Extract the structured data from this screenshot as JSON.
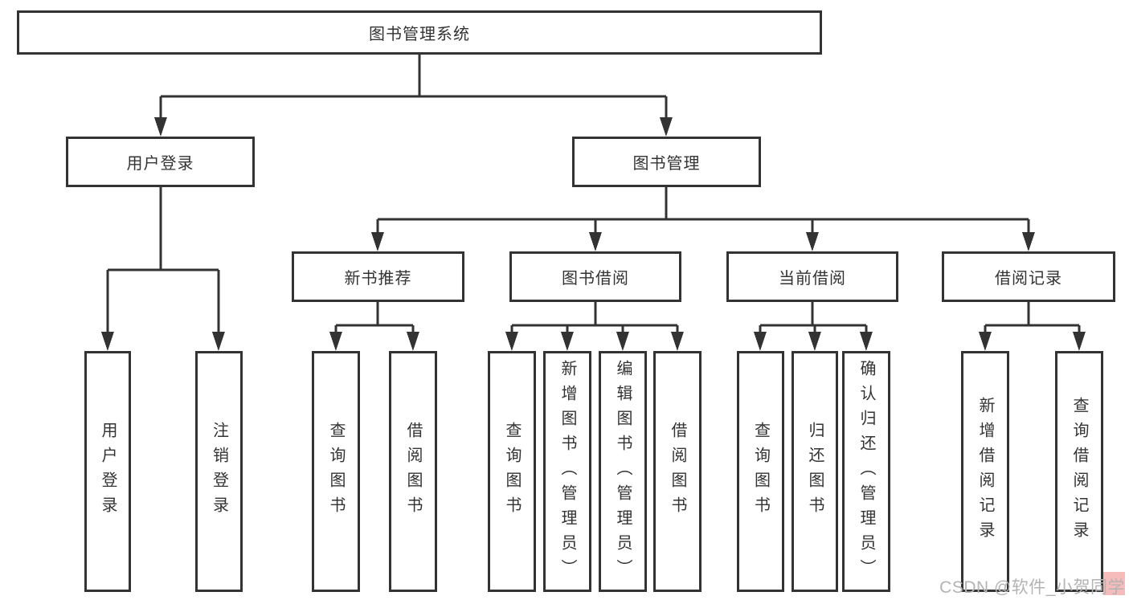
{
  "diagram": {
    "root": "图书管理系统",
    "level2": [
      "用户登录",
      "图书管理"
    ],
    "level3": [
      "新书推荐",
      "图书借阅",
      "当前借阅",
      "借阅记录"
    ],
    "leaves": {
      "user_login": [
        "用户登录",
        "注销登录"
      ],
      "new_book": [
        "查询图书",
        "借阅图书"
      ],
      "book_borrow": [
        "查询图书",
        "新增图书（管理员）",
        "编辑图书（管理员）",
        "借阅图书"
      ],
      "current_borrow": [
        "查询图书",
        "归还图书",
        "确认归还（管理员）"
      ],
      "borrow_record": [
        "新增借阅记录",
        "查询借阅记录"
      ]
    },
    "line_color": "#333333",
    "box_bg": "#ffffff"
  },
  "watermark": {
    "text": "CSDN @软件_小贺同学",
    "color": "#b3b3b3",
    "highlight_color": "#f6bcbc"
  }
}
